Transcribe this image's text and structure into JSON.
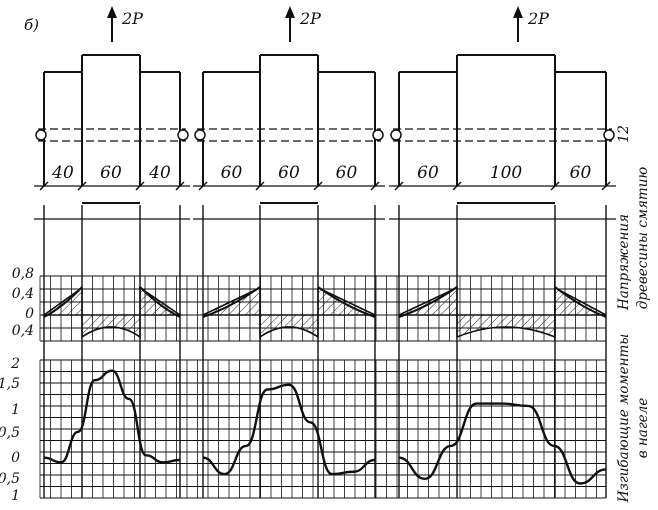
{
  "figure": {
    "panel_label": "б)",
    "side_labels": {
      "stress_line1": "Напряжения",
      "stress_line2": "древесины смятию",
      "moment_line1": "Изгибающие моменты",
      "moment_line2": "в нагеле",
      "dimension_12": "12"
    },
    "joints": [
      {
        "force_label": "2P",
        "segments": [
          "40",
          "60",
          "40"
        ]
      },
      {
        "force_label": "2P",
        "segments": [
          "60",
          "60",
          "60"
        ]
      },
      {
        "force_label": "2P",
        "segments": [
          "60",
          "100",
          "60"
        ]
      }
    ],
    "stress_axis_ticks": [
      "0,8",
      "0,4",
      "0",
      "0,4"
    ],
    "moment_axis_ticks": [
      "2",
      "1,5",
      "1",
      "0,5",
      "0",
      "0,5",
      "1"
    ]
  },
  "chart_data": {
    "type": "line",
    "series": [
      {
        "values": [
          0.05,
          -0.05,
          0.6,
          1.7,
          1.9,
          1.3,
          0.1,
          -0.05,
          0.0
        ]
      },
      {
        "values": [
          0.05,
          -0.3,
          0.3,
          1.5,
          1.6,
          0.8,
          -0.3,
          -0.25,
          0.0
        ]
      },
      {
        "values": [
          0.05,
          -0.4,
          0.3,
          1.2,
          1.2,
          1.15,
          0.3,
          -0.5,
          -0.2
        ]
      }
    ],
    "stress_profiles": [
      {
        "shape": "side-members-peak-at-outer-and-inner-edges, middle-member-negative-arc"
      },
      {
        "shape": "side-members-peak-at-outer-and-inner-edges, middle-member-negative-arc"
      },
      {
        "shape": "side-members-peak-at-outer-and-inner-edges, middle-member-negative-arc"
      }
    ],
    "ylim_stress": [
      -0.4,
      0.8
    ],
    "ylim_moment": [
      -1,
      2
    ],
    "grid": true
  },
  "colors": {
    "ink": "#111111",
    "paper": "#ffffff",
    "hatch": "#222222"
  }
}
